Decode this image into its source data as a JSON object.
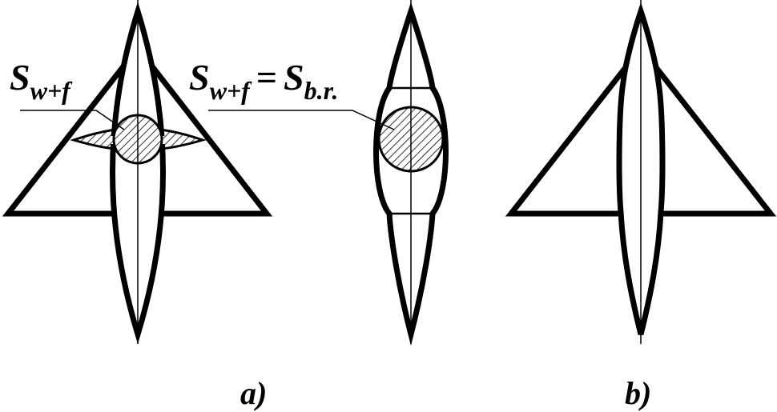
{
  "labels": {
    "area_w_f_left": {
      "main": "S",
      "sub": "w+f"
    },
    "area_equation": {
      "lhs_main": "S",
      "lhs_sub": "w+f",
      "eq": "=",
      "rhs_main": "S",
      "rhs_sub": "b.r."
    },
    "caption_a": "a)",
    "caption_b": "b)"
  },
  "colors": {
    "stroke": "#000000",
    "background": "#ffffff"
  }
}
